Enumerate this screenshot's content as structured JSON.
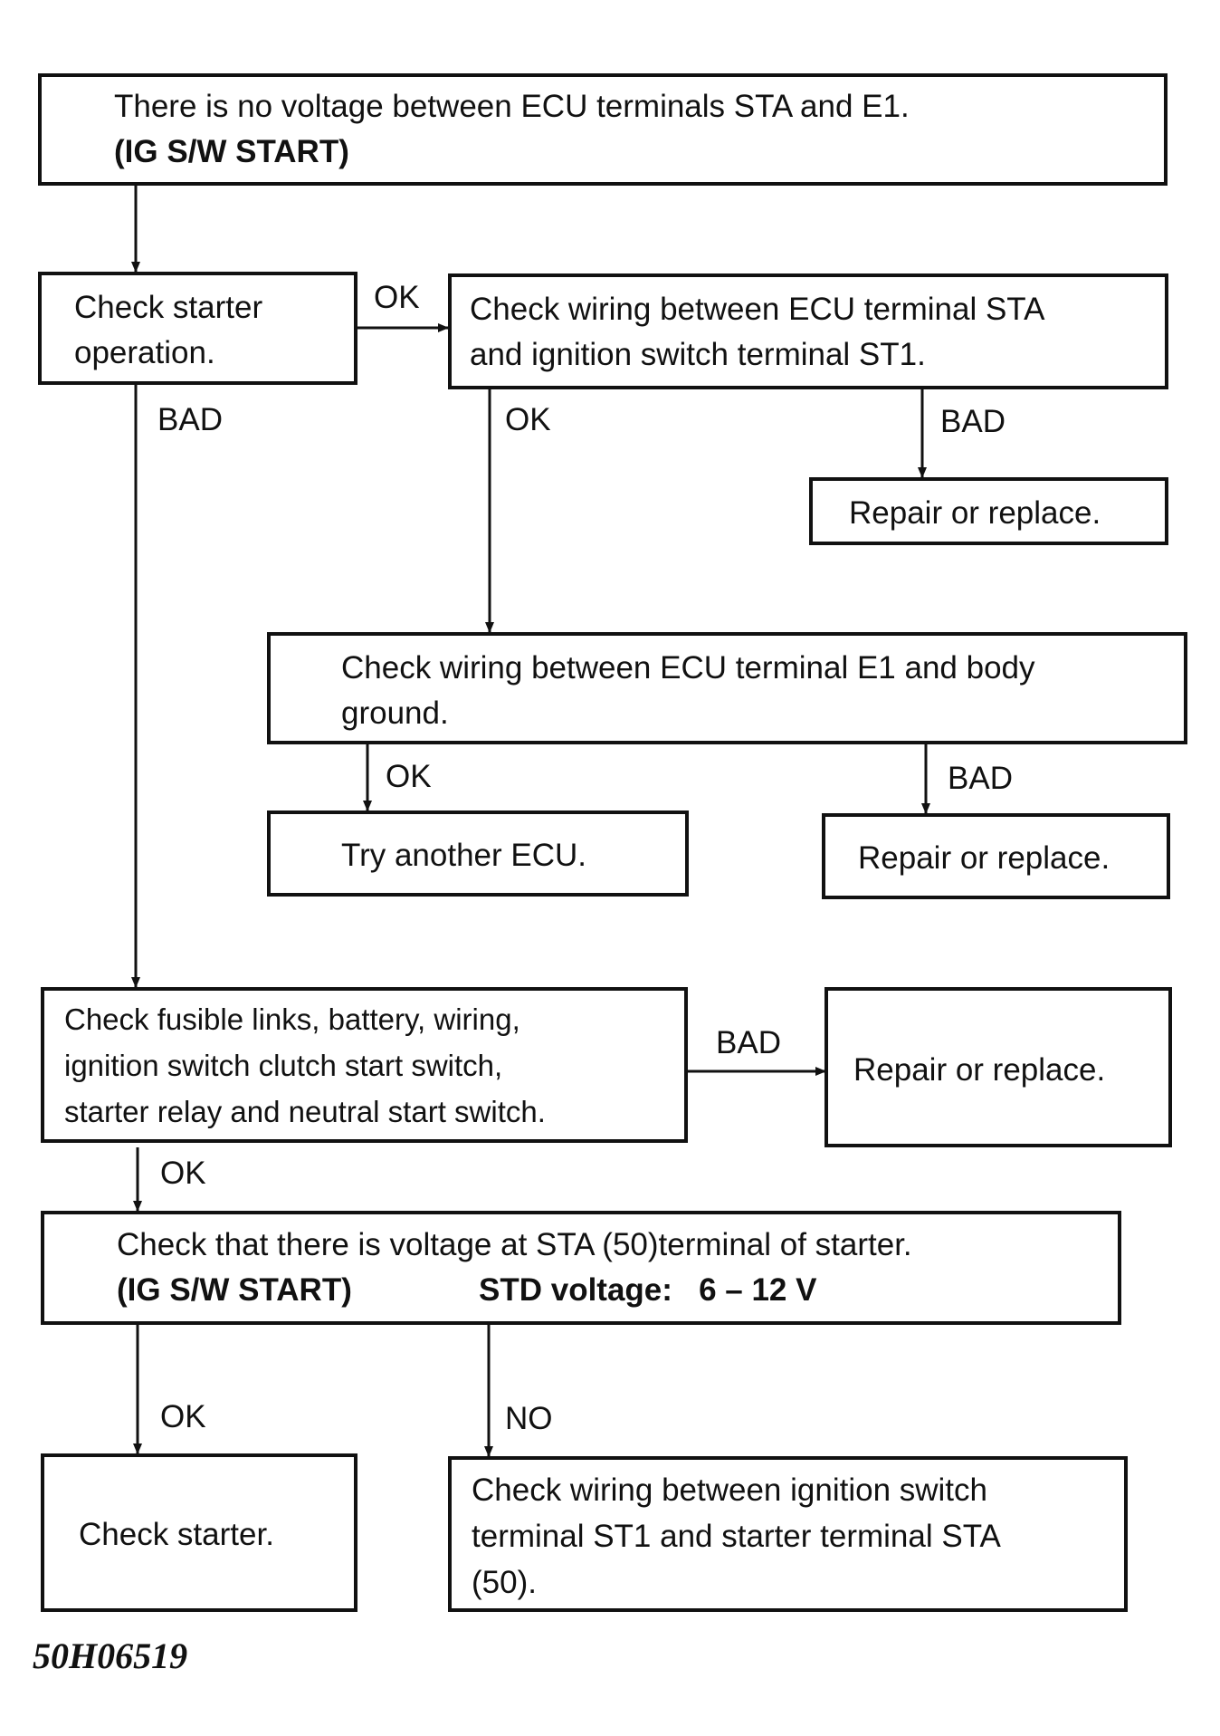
{
  "boxes": {
    "no_voltage": {
      "line1": "There is no voltage between ECU terminals STA and E1.",
      "line2": "(IG S/W START)"
    },
    "starter_operation": {
      "line1": "Check starter",
      "line2": "operation."
    },
    "wiring_sta_st1": {
      "line1": "Check wiring between ECU terminal STA",
      "line2": "and ignition switch terminal ST1."
    },
    "repair_1": {
      "line1": "Repair or replace."
    },
    "wiring_e1_ground": {
      "line1": "Check wiring between ECU terminal E1 and body",
      "line2": "ground."
    },
    "try_ecu": {
      "line1": "Try another ECU."
    },
    "repair_2": {
      "line1": "Repair or replace."
    },
    "fusible_links": {
      "line1": "Check fusible links, battery, wiring,",
      "line2": "ignition switch clutch start switch,",
      "line3": "starter relay and neutral start switch."
    },
    "repair_3": {
      "line1": "Repair or replace."
    },
    "voltage_sta": {
      "line1": "Check that there is voltage at STA (50)terminal of starter.",
      "line2a": "(IG S/W START)",
      "line2b": "STD voltage:   6 – 12 V"
    },
    "check_starter": {
      "line1": "Check starter."
    },
    "wiring_st1_sta": {
      "line1": "Check wiring between ignition switch",
      "line2": "terminal ST1 and starter terminal STA",
      "line3": "(50)."
    }
  },
  "labels": {
    "ok_1": "OK",
    "bad_1": "BAD",
    "ok_2": "OK",
    "bad_2": "BAD",
    "ok_3": "OK",
    "bad_3": "BAD",
    "bad_4": "BAD",
    "ok_4": "OK",
    "ok_5": "OK",
    "no_1": "NO"
  },
  "figure_code": "50H06519"
}
